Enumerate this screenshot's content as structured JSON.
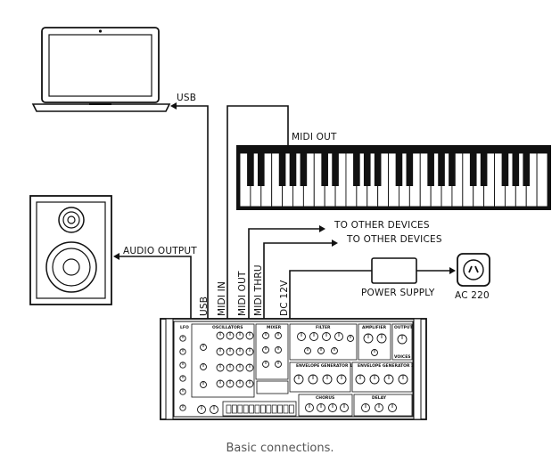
{
  "labels": {
    "usb": "USB",
    "midi_out_keyboard": "MIDI OUT",
    "to_other_devices_1": "TO OTHER DEVICES",
    "to_other_devices_2": "TO OTHER DEVICES",
    "audio_output": "AUDIO OUTPUT",
    "power_supply": "POWER SUPPLY",
    "ac": "AC 220",
    "jack_usb": "USB",
    "jack_midi_in": "MIDI IN",
    "jack_midi_out": "MIDI OUT",
    "jack_midi_thru": "MIDI THRU",
    "jack_dc": "DC 12V"
  },
  "synth_sections": {
    "lfo": "LFO",
    "oscillators": "OSCILLATORS",
    "mixer": "MIXER",
    "filter": "FILTER",
    "amplifier": "AMPLIFIER",
    "output": "OUTPUT",
    "voices": "VOICES",
    "env1": "ENVELOPE GENERATOR 1",
    "env2": "ENVELOPE GENERATOR 2",
    "chorus": "CHORUS",
    "delay": "DELAY"
  },
  "caption": "Basic connections."
}
